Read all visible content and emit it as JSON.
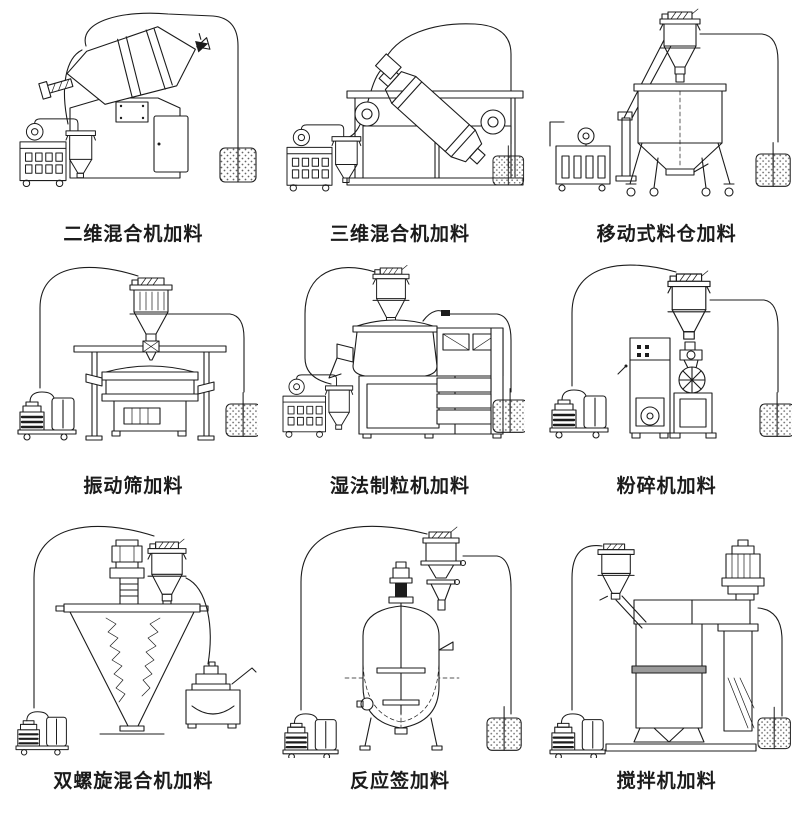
{
  "page": {
    "background": "#ffffff",
    "line_color": "#1c1c1c"
  },
  "cells": [
    {
      "label": "二维混合机加料"
    },
    {
      "label": "三维混合机加料"
    },
    {
      "label": "移动式料仓加料"
    },
    {
      "label": "振动筛加料"
    },
    {
      "label": "湿法制粒机加料"
    },
    {
      "label": "粉碎机加料"
    },
    {
      "label": "双螺旋混合机加料"
    },
    {
      "label": "反应签加料"
    },
    {
      "label": "搅拌机加料"
    }
  ]
}
